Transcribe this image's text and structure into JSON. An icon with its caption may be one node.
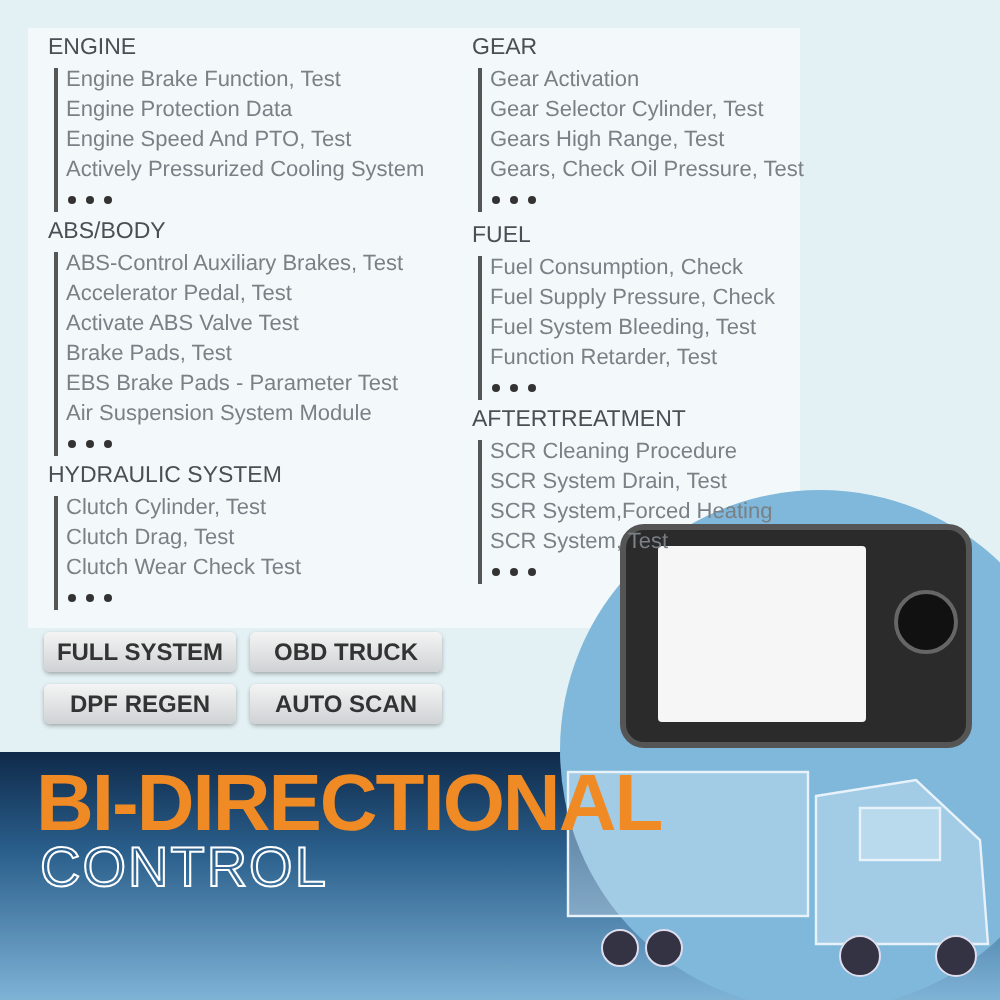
{
  "diagram": {
    "labels": [
      "ENGINE",
      "Engine Brake Function, Test",
      "Engine Protection Data",
      "Engine Speed And PTO, Test",
      "Actively Pressurized Cooling System",
      "ABS/BODY",
      "ABS-Control Auxiliary Brakes, Test",
      "Accelerator Pedal, Test",
      "Activate ABS Valve Test",
      "Brake Pads, Test",
      "EBS Brake Pads - Parameter Test",
      "Air Suspension System Module",
      "HYDRAULIC SYSTEM",
      "Clutch Cylinder, Test",
      "Clutch Drag, Test",
      "Clutch Wear Check Test",
      "GEAR",
      "Gear Activation",
      "Gear Selector Cylinder, Test",
      "Gears High Range, Test",
      "Gears, Check Oil Pressure, Test",
      "FUEL",
      "Fuel Consumption, Check",
      "Fuel Supply Pressure, Check",
      "Fuel System Bleeding, Test",
      "Function Retarder, Test",
      "AFTERTREATMENT",
      "SCR Cleaning Procedure",
      "SCR System Drain, Test",
      "SCR System,Forced Heating",
      "SCR System, Test",
      "FULL SYSTEM",
      "OBD TRUCK",
      "DPF REGEN",
      "AUTO SCAN",
      "BI-DIRECTIONAL",
      "CONTROL"
    ]
  }
}
